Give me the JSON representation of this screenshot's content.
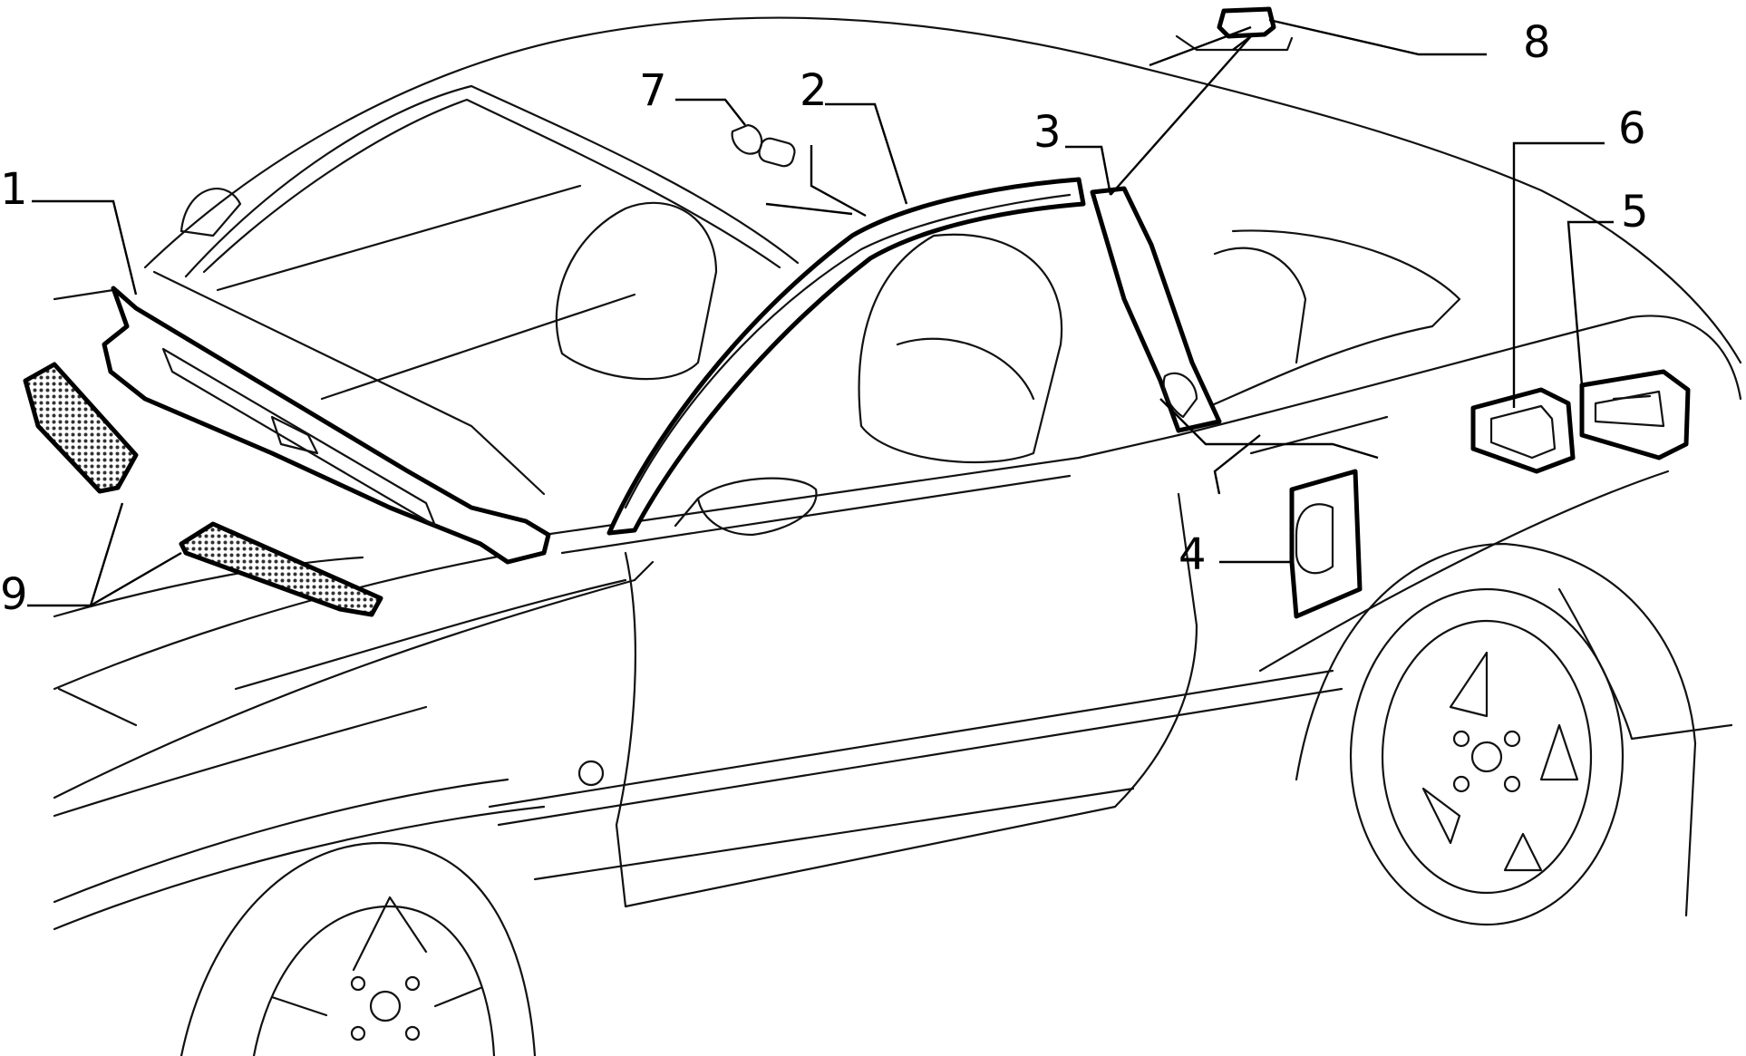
{
  "diagram": {
    "subject": "car body exploded parts diagram (side/top perspective)",
    "callouts": [
      "1",
      "2",
      "3",
      "4",
      "5",
      "6",
      "7",
      "8",
      "9"
    ]
  }
}
